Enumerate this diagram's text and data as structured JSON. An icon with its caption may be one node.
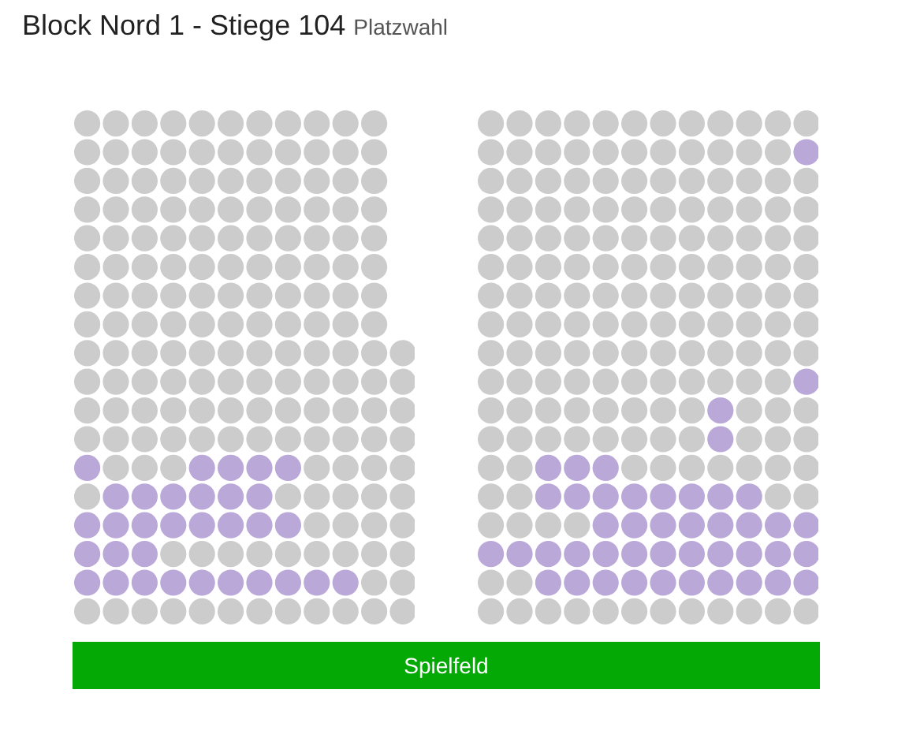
{
  "diagram": {
    "title": "Block Nord 1 - Stiege 104",
    "nodes": [
      {
        "text": [
          "Spielfeld"
        ]
      }
    ],
    "labels": [
      "Platzwahl"
    ]
  }
}
